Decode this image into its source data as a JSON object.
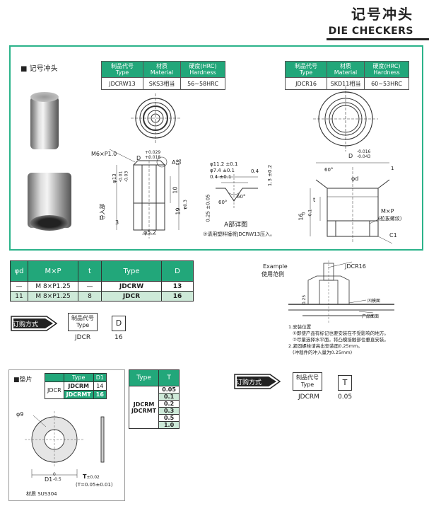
{
  "header": {
    "title_cn": "记号冲头",
    "title_en": "DIE CHECKERS"
  },
  "section": {
    "title": "■ 记号冲头"
  },
  "table_left": {
    "h1": "制品代号",
    "h1en": "Type",
    "h2": "材质",
    "h2en": "Material",
    "h3": "硬度(HRC)",
    "h3en": "Hardness",
    "type": "JDCRW13",
    "material": "SKS3相当",
    "hardness": "56~58HRC"
  },
  "table_right": {
    "h1": "制品代号",
    "h1en": "Type",
    "h2": "材质",
    "h2en": "Material",
    "h3": "硬度(HRC)",
    "h3en": "Hardness",
    "type": "JDCR16",
    "material": "SKD11相当",
    "hardness": "60~53HRC"
  },
  "drawing_left": {
    "m": "M6×P1.0",
    "d": "D",
    "tol_up": "+0.029",
    "tol_dn": "+0.018",
    "a": "A部",
    "d13": "φ13",
    "t13a": "-0.01",
    "t13b": "-0.03",
    "d52": "φ5.2",
    "v10": "10",
    "v19": "19",
    "v19t": "+0.3",
    "v19t2": "0",
    "v3": "3",
    "guide": "导入部"
  },
  "detail": {
    "d112": "φ11.2 ±0.1",
    "d74": "φ7.4 ±0.1",
    "v04a": "0.4 ±0.1",
    "v04": "0.4",
    "v13": "1.3 ±0.2",
    "v025": "0.25 ±0.05",
    "a60a": "60°",
    "a60b": "60°",
    "caption": "A部详图",
    "note": "请用塑料锤将JDCRW13压入。"
  },
  "drawing_right": {
    "d": "D",
    "tol_up": "-0.016",
    "tol_dn": "-0.043",
    "a60": "60°",
    "phid": "φd",
    "t": "t",
    "v16": "16",
    "v16t": "0",
    "v16t2": "-0.1",
    "v1": "1",
    "mp": "M×P",
    "mpn": "(拉拔螺纹)",
    "c1": "C1"
  },
  "sizes": {
    "headers": [
      "φd",
      "M×P",
      "t",
      "Type",
      "D"
    ],
    "rows": [
      [
        "—",
        "M 8×P1.25",
        "—",
        "JDCRW",
        "13"
      ],
      [
        "11",
        "M 8×P1.25",
        "8",
        "JDCR",
        "16"
      ]
    ]
  },
  "example": {
    "label_en": "Example",
    "label_cn": "使用范例",
    "part": "JDCR16",
    "v025": "0.25",
    "r1": "凹模面",
    "r2": "产品面面",
    "notes": [
      "1.安装位置",
      "①即使产品有标记也要安装在不受影响的地方。",
      "②尽量选择水平面，将凸模接触部位垂直安装。",
      "2.紧固螺栓请高出安装面0.25mm。",
      "(冲裁件的冲入量为0.25mm)"
    ]
  },
  "order1": {
    "label": "订购方式",
    "box": "制品代号",
    "box_en": "Type",
    "d": "D",
    "code": "JDCR",
    "val": "16"
  },
  "washer": {
    "title": "■垫片",
    "h_type": "Type",
    "h_d1": "D1",
    "group": "JDCR",
    "r1": "JDCRM",
    "r1v": "14",
    "r2": "JDCRMT",
    "r2v": "16",
    "d9": "φ9",
    "d1": "D1",
    "d1t": "0",
    "d1t2": "-0.5",
    "t": "T",
    "tt": "±0.02",
    "tnote": "(T=0.05±0.01)",
    "material": "材质  SUS304"
  },
  "t_table": {
    "h_type": "Type",
    "h_t": "T",
    "types": "JDCRM\nJDCRMT",
    "values": [
      "0.05",
      "0.1",
      "0.2",
      "0.3",
      "0.5",
      "1.0"
    ]
  },
  "order2": {
    "label": "订购方式",
    "box": "制品代号",
    "box_en": "Type",
    "t": "T",
    "code": "JDCRM",
    "val": "0.05"
  }
}
